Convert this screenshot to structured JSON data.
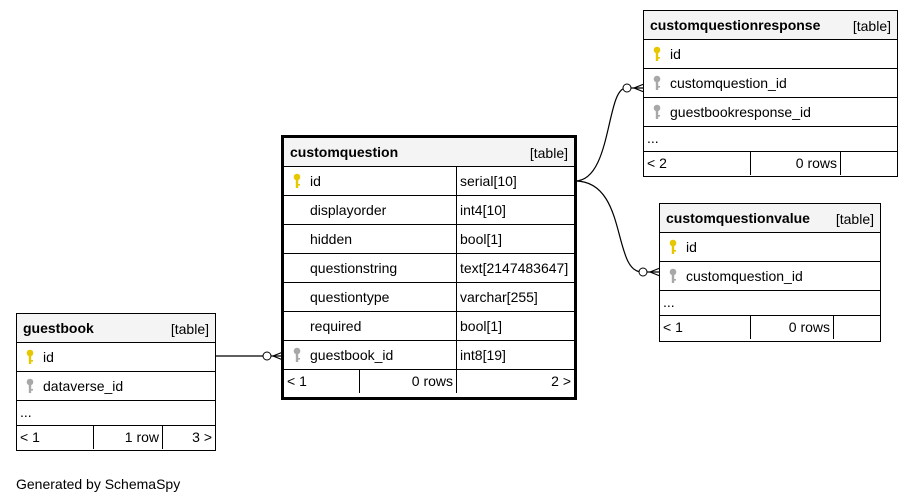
{
  "tables": {
    "customquestionresponse": {
      "name": "customquestionresponse",
      "kind": "[table]",
      "columns": [
        {
          "name": "id",
          "key": "primary-key-icon"
        },
        {
          "name": "customquestion_id",
          "key": "foreign-key-icon"
        },
        {
          "name": "guestbookresponse_id",
          "key": "foreign-key-icon"
        }
      ],
      "ellipsis": "...",
      "footer": {
        "parents": "< 2",
        "rows": "0 rows",
        "children": ""
      }
    },
    "customquestion": {
      "name": "customquestion",
      "kind": "[table]",
      "columns": [
        {
          "name": "id",
          "type": "serial[10]",
          "key": "primary-key-icon"
        },
        {
          "name": "displayorder",
          "type": "int4[10]"
        },
        {
          "name": "hidden",
          "type": "bool[1]"
        },
        {
          "name": "questionstring",
          "type": "text[2147483647]"
        },
        {
          "name": "questiontype",
          "type": "varchar[255]"
        },
        {
          "name": "required",
          "type": "bool[1]"
        },
        {
          "name": "guestbook_id",
          "type": "int8[19]",
          "key": "foreign-key-icon"
        }
      ],
      "footer": {
        "parents": "< 1",
        "rows": "0 rows",
        "children": "2 >"
      }
    },
    "customquestionvalue": {
      "name": "customquestionvalue",
      "kind": "[table]",
      "columns": [
        {
          "name": "id",
          "key": "primary-key-icon"
        },
        {
          "name": "customquestion_id",
          "key": "foreign-key-icon"
        }
      ],
      "ellipsis": "...",
      "footer": {
        "parents": "< 1",
        "rows": "0 rows",
        "children": ""
      }
    },
    "guestbook": {
      "name": "guestbook",
      "kind": "[table]",
      "columns": [
        {
          "name": "id",
          "key": "primary-key-icon"
        },
        {
          "name": "dataverse_id",
          "key": "foreign-key-icon"
        }
      ],
      "ellipsis": "...",
      "footer": {
        "parents": "< 1",
        "rows": "1 row",
        "children": "3 >"
      }
    }
  },
  "colors": {
    "primary_key": "#e6c700",
    "foreign_key": "#a8a8a8",
    "header_bg": "#f4f4f4"
  },
  "generated_by": "Generated by SchemaSpy"
}
